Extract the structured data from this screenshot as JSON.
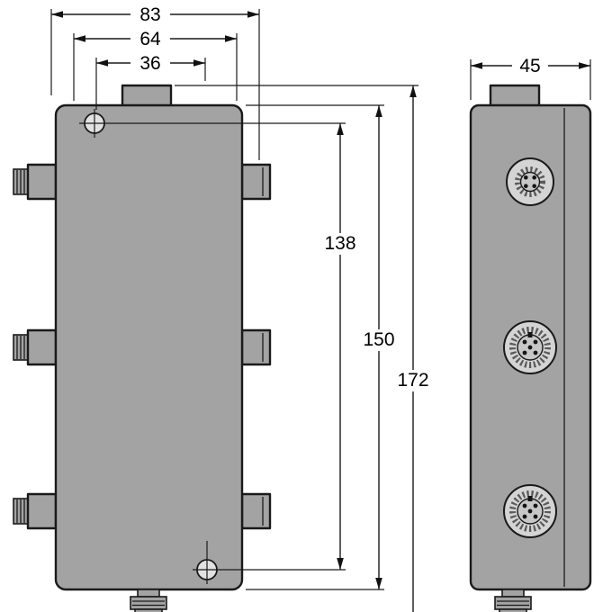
{
  "drawing": {
    "type": "technical-dimension-drawing",
    "views": {
      "front": {
        "name": "front-view"
      },
      "side": {
        "name": "side-view"
      }
    },
    "dimensions": {
      "overall_width": "83",
      "body_width": "64",
      "top_width": "36",
      "hole_spacing": "138",
      "body_height": "150",
      "overall_height": "172",
      "depth": "45"
    },
    "colors": {
      "line": "#1a1a1a",
      "body_fill": "#a3a3a3",
      "background": "#ffffff"
    }
  }
}
